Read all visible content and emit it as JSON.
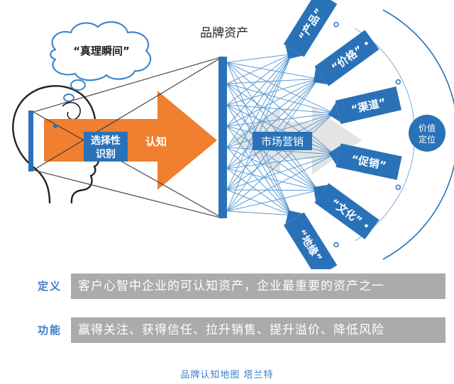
{
  "colors": {
    "orange": "#f07f2f",
    "blue": "#2a72b8",
    "grey_bar": "#ababab",
    "cloud_stroke": "#3e87c9",
    "label_blue": "#3a7cc5"
  },
  "diagram": {
    "cloud_text": "“真理瞬间”",
    "selective_box": [
      "选择性",
      "识别"
    ],
    "cognition_label": "认知",
    "brand_assets_title": "品牌资产",
    "market_marketing_label": "市场营销",
    "fan_items": [
      "“产品”",
      "“价格”",
      "“渠道”",
      "“促销”",
      "“文化”",
      "“地缘”"
    ],
    "value_position": [
      "价值",
      "定位"
    ]
  },
  "rows": {
    "definition": {
      "label": "定义",
      "text": "客户心智中企业的可认知资产，企业最重要的资产之一"
    },
    "function": {
      "label": "功能",
      "text": "赢得关注、获得信任、拉升销售、提升溢价、降低风险"
    }
  },
  "credit": "品牌认知地图  塔兰特"
}
